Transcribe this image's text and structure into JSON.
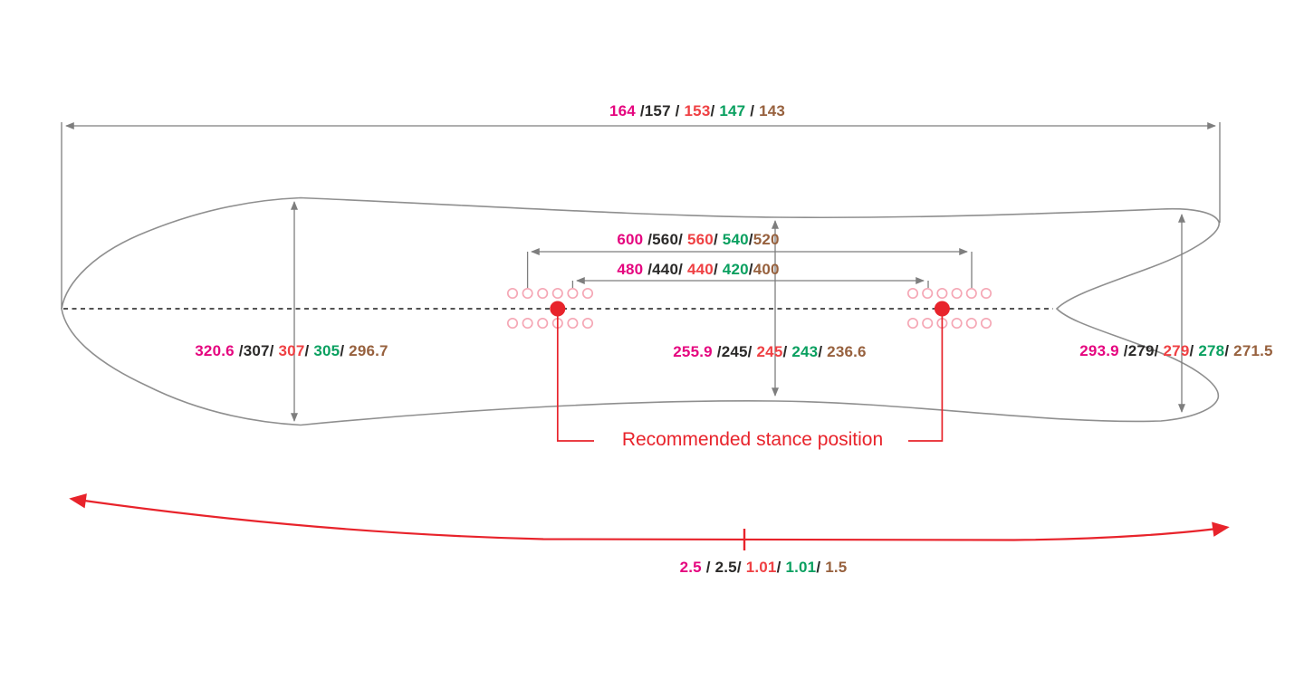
{
  "colors": {
    "magenta": "#E5067F",
    "black": "#2B2A29",
    "red": "#EF4144",
    "green": "#0AA060",
    "brown": "#97613E",
    "stance-red": "#E8232B",
    "insert-pink": "#F5A7B5",
    "dim-gray": "#7E7E7E",
    "outline-gray": "#8F8F8F",
    "centerline": "#1B1B1B"
  },
  "labels": {
    "total_length": {
      "segments": [
        {
          "t": "164",
          "c": "#E5067F"
        },
        {
          "t": " /",
          "c": "#2B2A29"
        },
        {
          "t": "157",
          "c": "#2B2A29"
        },
        {
          "t": " / ",
          "c": "#2B2A29"
        },
        {
          "t": "153",
          "c": "#EF4144"
        },
        {
          "t": "/ ",
          "c": "#2B2A29"
        },
        {
          "t": "147",
          "c": "#0AA060"
        },
        {
          "t": " / ",
          "c": "#2B2A29"
        },
        {
          "t": "143",
          "c": "#97613E"
        }
      ]
    },
    "stance_outer": {
      "segments": [
        {
          "t": "600",
          "c": "#E5067F"
        },
        {
          "t": " /",
          "c": "#2B2A29"
        },
        {
          "t": "560",
          "c": "#2B2A29"
        },
        {
          "t": "/ ",
          "c": "#2B2A29"
        },
        {
          "t": "560",
          "c": "#EF4144"
        },
        {
          "t": "/ ",
          "c": "#2B2A29"
        },
        {
          "t": "540",
          "c": "#0AA060"
        },
        {
          "t": "/",
          "c": "#2B2A29"
        },
        {
          "t": "520",
          "c": "#97613E"
        }
      ]
    },
    "stance_inner": {
      "segments": [
        {
          "t": "480",
          "c": "#E5067F"
        },
        {
          "t": " /",
          "c": "#2B2A29"
        },
        {
          "t": "440",
          "c": "#2B2A29"
        },
        {
          "t": "/ ",
          "c": "#2B2A29"
        },
        {
          "t": "440",
          "c": "#EF4144"
        },
        {
          "t": "/ ",
          "c": "#2B2A29"
        },
        {
          "t": "420",
          "c": "#0AA060"
        },
        {
          "t": "/",
          "c": "#2B2A29"
        },
        {
          "t": "400",
          "c": "#97613E"
        }
      ]
    },
    "nose_width": {
      "segments": [
        {
          "t": "320.6",
          "c": "#E5067F"
        },
        {
          "t": " /",
          "c": "#2B2A29"
        },
        {
          "t": "307",
          "c": "#2B2A29"
        },
        {
          "t": "/ ",
          "c": "#2B2A29"
        },
        {
          "t": "307",
          "c": "#EF4144"
        },
        {
          "t": "/ ",
          "c": "#2B2A29"
        },
        {
          "t": "305",
          "c": "#0AA060"
        },
        {
          "t": "/ ",
          "c": "#2B2A29"
        },
        {
          "t": "296.7",
          "c": "#97613E"
        }
      ]
    },
    "waist_width": {
      "segments": [
        {
          "t": "255.9",
          "c": "#E5067F"
        },
        {
          "t": " /",
          "c": "#2B2A29"
        },
        {
          "t": "245",
          "c": "#2B2A29"
        },
        {
          "t": "/ ",
          "c": "#2B2A29"
        },
        {
          "t": "245",
          "c": "#EF4144"
        },
        {
          "t": "/ ",
          "c": "#2B2A29"
        },
        {
          "t": "243",
          "c": "#0AA060"
        },
        {
          "t": "/ ",
          "c": "#2B2A29"
        },
        {
          "t": "236.6",
          "c": "#97613E"
        }
      ]
    },
    "tail_width": {
      "segments": [
        {
          "t": "293.9",
          "c": "#E5067F"
        },
        {
          "t": " /",
          "c": "#2B2A29"
        },
        {
          "t": "279",
          "c": "#2B2A29"
        },
        {
          "t": "/ ",
          "c": "#2B2A29"
        },
        {
          "t": "279",
          "c": "#EF4144"
        },
        {
          "t": "/ ",
          "c": "#2B2A29"
        },
        {
          "t": "278",
          "c": "#0AA060"
        },
        {
          "t": "/ ",
          "c": "#2B2A29"
        },
        {
          "t": "271.5",
          "c": "#97613E"
        }
      ]
    },
    "camber": {
      "segments": [
        {
          "t": "2.5",
          "c": "#E5067F"
        },
        {
          "t": " / ",
          "c": "#2B2A29"
        },
        {
          "t": "2.5",
          "c": "#2B2A29"
        },
        {
          "t": "/ ",
          "c": "#2B2A29"
        },
        {
          "t": "1.01",
          "c": "#EF4144"
        },
        {
          "t": "/ ",
          "c": "#2B2A29"
        },
        {
          "t": "1.01",
          "c": "#0AA060"
        },
        {
          "t": "/ ",
          "c": "#2B2A29"
        },
        {
          "t": "1.5",
          "c": "#97613E"
        }
      ]
    }
  },
  "stance": {
    "note": "Recommended stance position"
  }
}
